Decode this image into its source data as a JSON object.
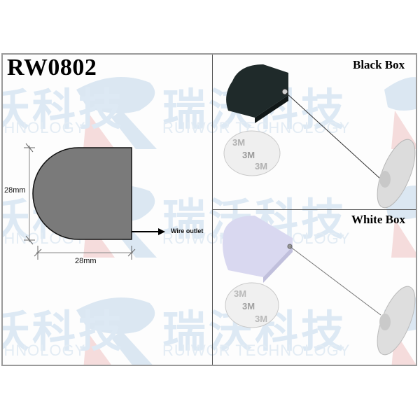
{
  "product": {
    "model": "RW0802"
  },
  "diagram": {
    "height_label": "28mm",
    "width_label": "28mm",
    "wire_outlet_label": "Wire outlet",
    "shape_color": "#7a7a7a"
  },
  "variants": [
    {
      "label": "Black Box",
      "box_color": "#1f2a2a"
    },
    {
      "label": "White Box",
      "box_color": "#d9d8f0"
    }
  ],
  "accessories": {
    "adhesive_pad_text": "3M"
  },
  "watermark": {
    "chinese": "瑞沃科技",
    "english": "RUIWOR TECHNOLOGY",
    "blue": "#dbe7f2",
    "red": "#f5dcdc"
  }
}
